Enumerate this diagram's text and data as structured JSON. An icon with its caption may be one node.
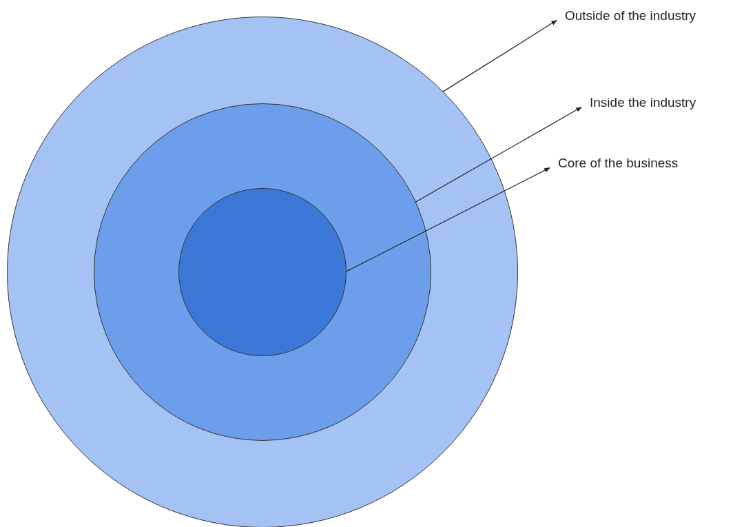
{
  "diagram": {
    "nodes": [
      {
        "text": [],
        "shape": "circle"
      },
      {
        "text": [],
        "shape": "circle",
        "in": 0
      },
      {
        "text": [],
        "shape": "circle",
        "in": 1
      },
      {
        "text": [
          "Outside of the industry"
        ]
      },
      {
        "text": [
          "Inside the industry"
        ]
      },
      {
        "text": [
          "Core of the business"
        ]
      }
    ],
    "edges": [
      {
        "from": 0,
        "to": 3,
        "arrow": "to"
      },
      {
        "from": 1,
        "to": 4,
        "arrow": "to"
      },
      {
        "from": 2,
        "to": 5,
        "arrow": "to"
      }
    ]
  }
}
